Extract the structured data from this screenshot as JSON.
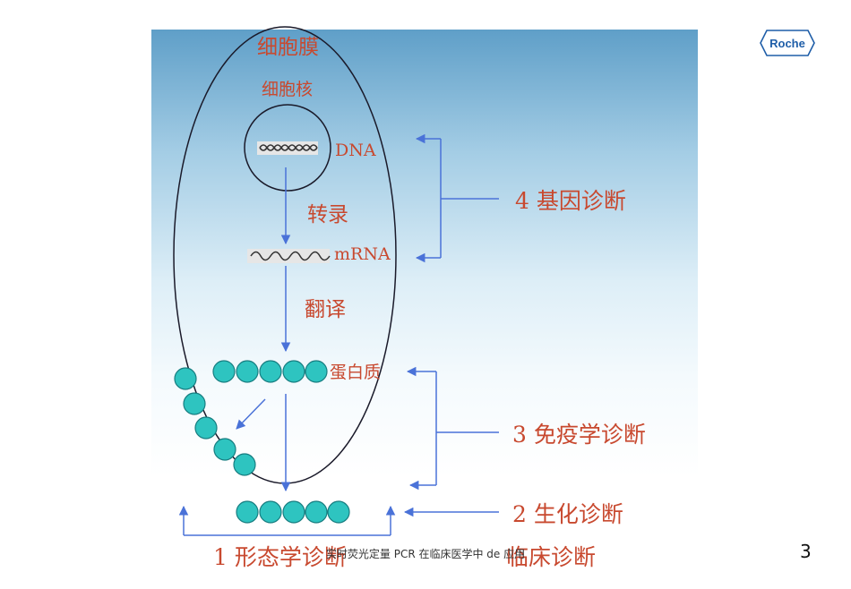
{
  "logo": {
    "text": "Roche"
  },
  "labels": {
    "membrane": "细胞膜",
    "nucleus": "细胞核",
    "dna": "DNA",
    "transcription": "转录",
    "mrna": "mRNA",
    "translation": "翻译",
    "protein": "蛋白质"
  },
  "diagnostics": {
    "genetic": "4 基因诊断",
    "immuno": "3 免疫学诊断",
    "biochem": "2 生化诊断",
    "morph": "1 形态学诊断",
    "clinical": "临床诊断"
  },
  "footer": {
    "caption": "实时荧光定量 PCR 在临床医学中 de 应用"
  },
  "page_number": "3",
  "colors": {
    "text_red": "#c8492f",
    "arrow_blue": "#4a72d8",
    "bead_teal": "#2ec4c0"
  }
}
